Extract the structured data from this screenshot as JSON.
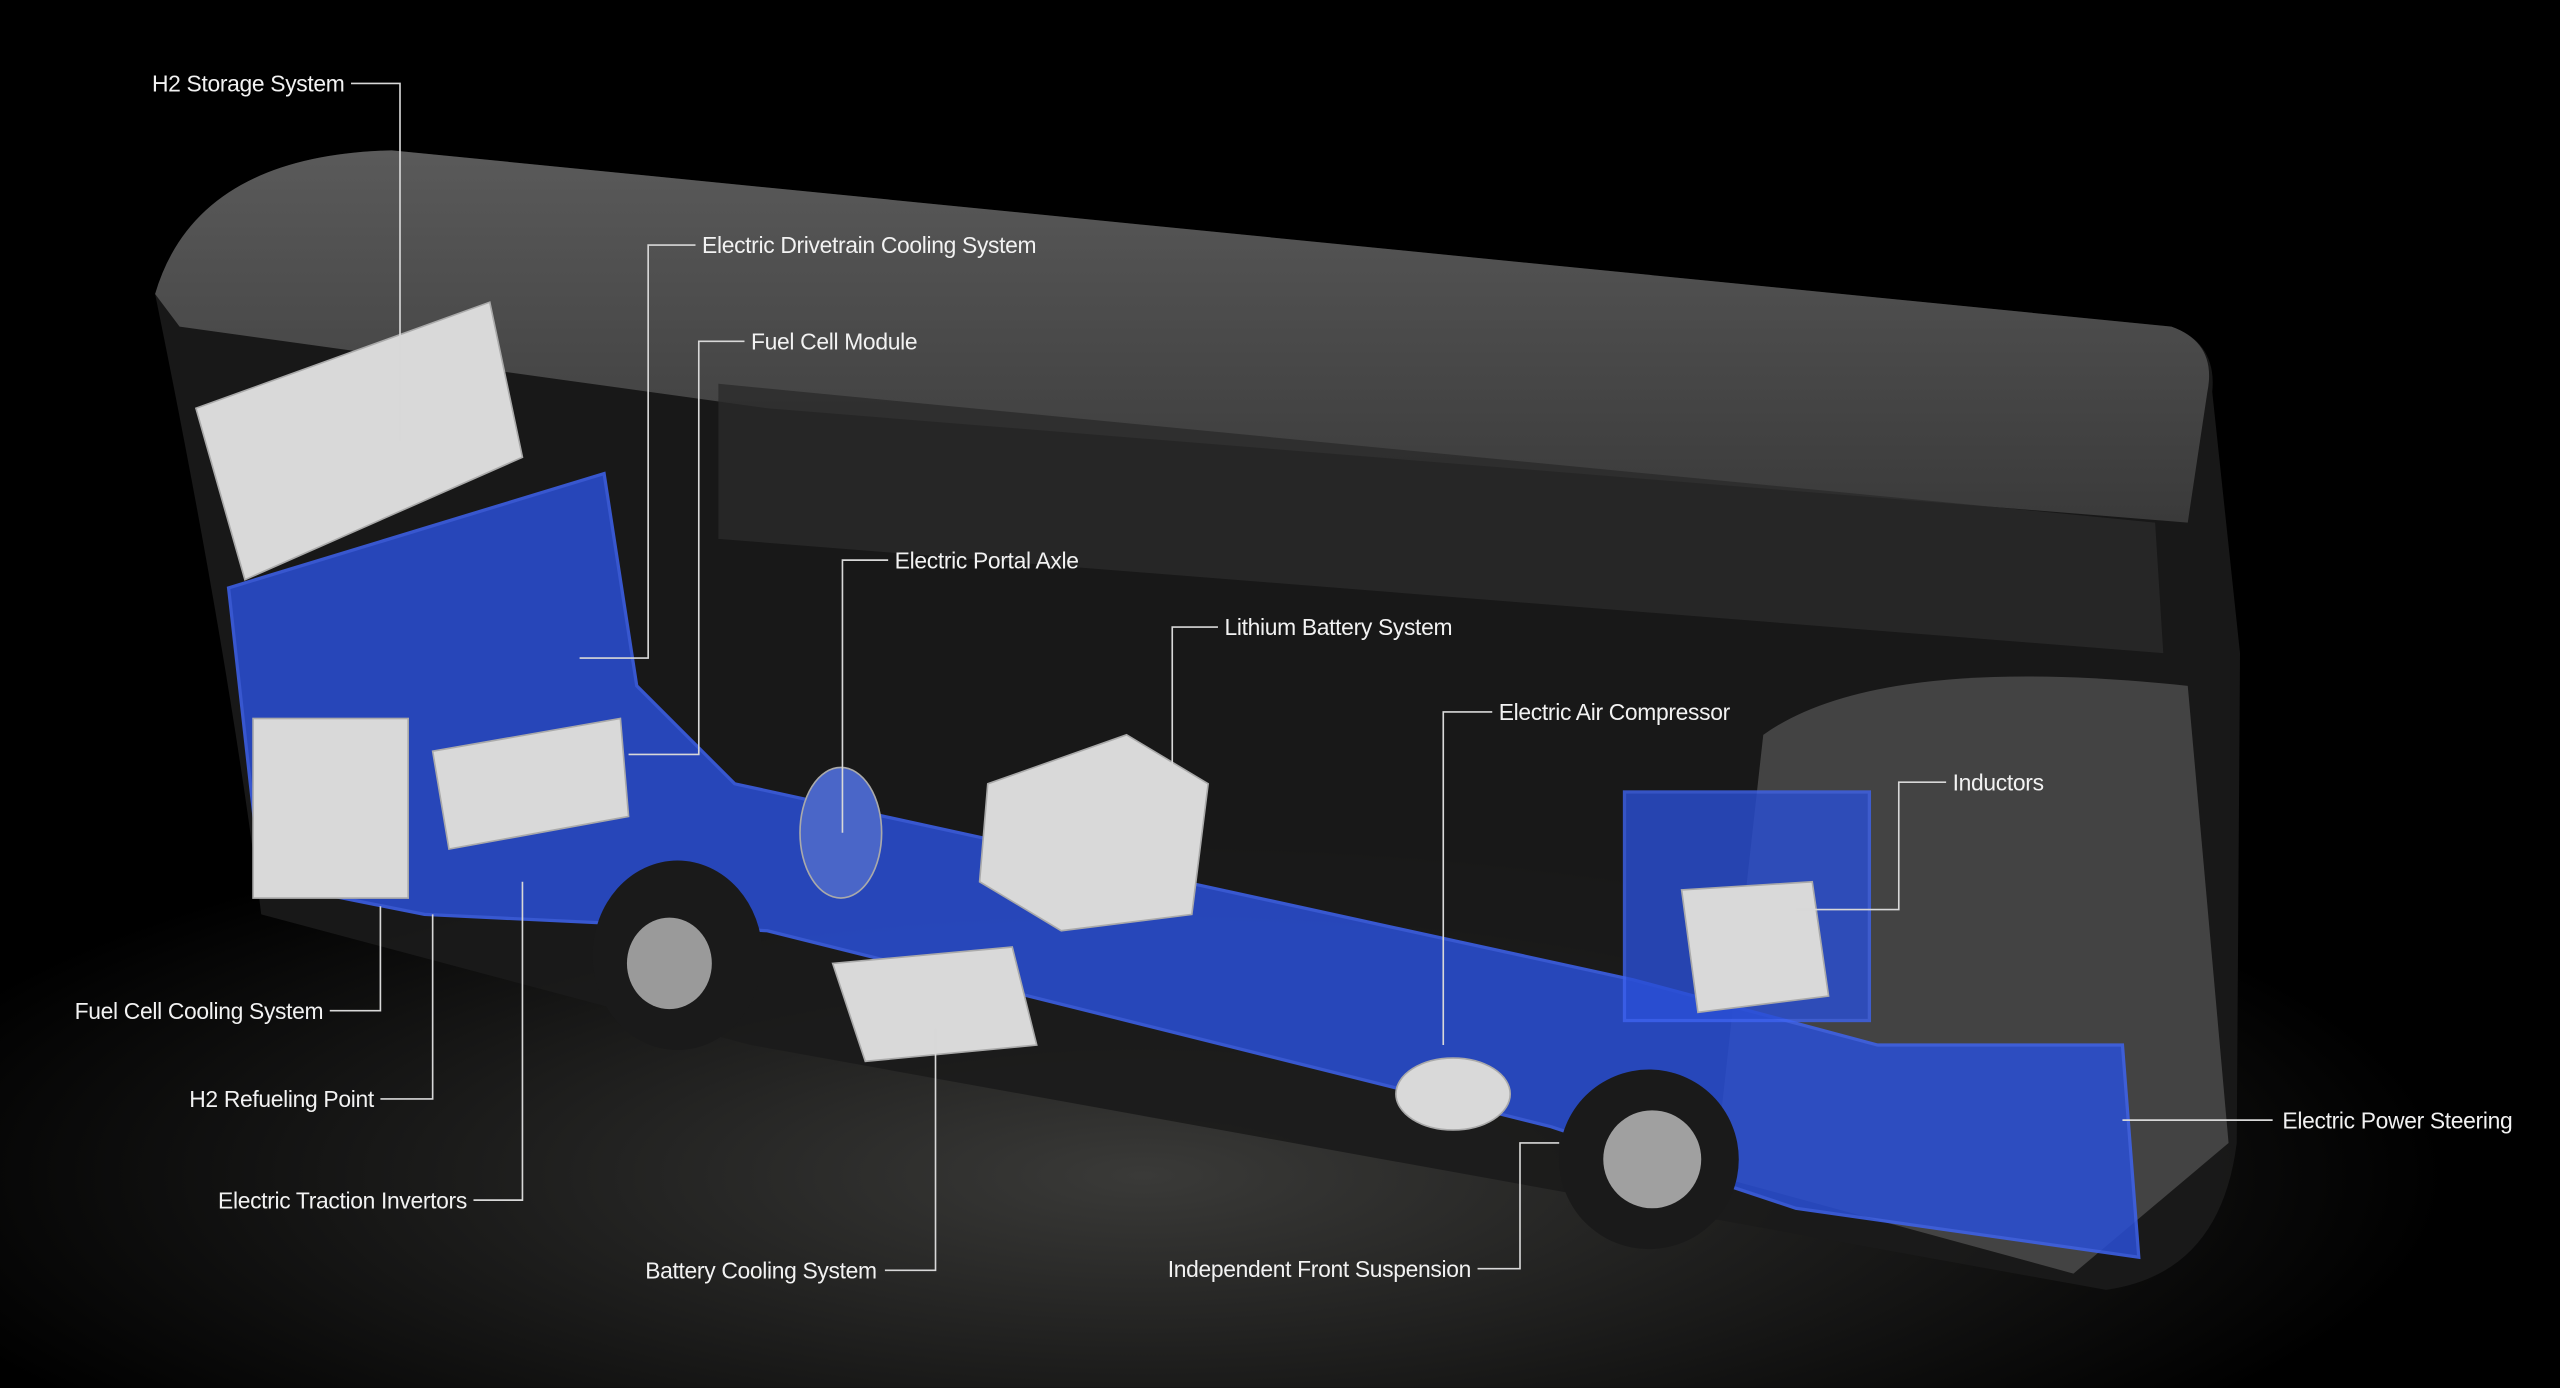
{
  "diagram": {
    "colors": {
      "background": "#000000",
      "chassis": "#2a4fd6",
      "body": "#4a4a4a",
      "components": "#d9d9d9",
      "label": "#f2f2f2"
    },
    "labels": [
      "H2 Storage System",
      "Electric Drivetrain Cooling System",
      "Fuel Cell Module",
      "Electric Portal Axle",
      "Lithium Battery System",
      "Electric Air Compressor",
      "Inductors",
      "Electric Power Steering",
      "Independent Front Suspension",
      "Battery Cooling System",
      "Electric Traction Invertors",
      "H2 Refueling Point",
      "Fuel Cell Cooling System"
    ]
  }
}
